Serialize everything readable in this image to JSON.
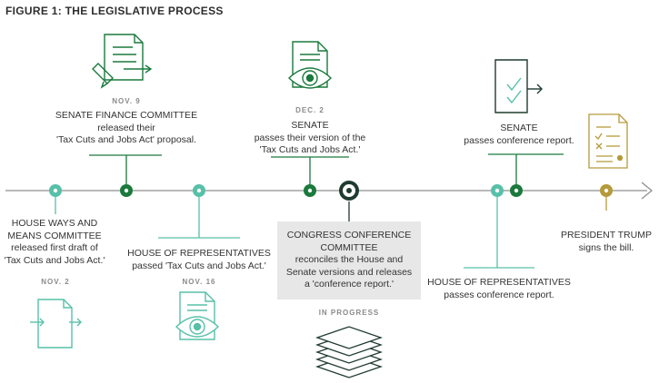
{
  "figure": {
    "title": "FIGURE 1: THE LEGISLATIVE PROCESS"
  },
  "colors": {
    "senate_green": "#1a7a3c",
    "house_teal": "#57c0a8",
    "conference_dark": "#1f3b2f",
    "president_gold": "#b59a3a",
    "axis_gray": "#8f8f8f"
  },
  "events": {
    "house_ways_means": {
      "label": [
        "HOUSE WAYS AND",
        "MEANS COMMITTEE",
        "released first draft of",
        "'Tax Cuts and Jobs Act.'"
      ],
      "date": "NOV. 2",
      "icon": "document-arrows-icon"
    },
    "senate_finance": {
      "label": [
        "SENATE FINANCE COMMITTEE",
        "released their",
        "'Tax Cuts and Jobs Act' proposal."
      ],
      "date": "NOV. 9",
      "icon": "document-pencil-icon"
    },
    "house_passed": {
      "label": [
        "HOUSE OF REPRESENTATIVES",
        "passed 'Tax Cuts and Jobs Act.'"
      ],
      "date": "NOV. 16",
      "icon": "document-eye-icon"
    },
    "senate_passes": {
      "label": [
        "SENATE",
        "passes their version of the",
        "'Tax Cuts and Jobs Act.'"
      ],
      "date": "DEC. 2",
      "icon": "document-eye-icon"
    },
    "conference": {
      "label": [
        "CONGRESS CONFERENCE",
        "COMMITTEE",
        "reconciles the House and",
        "Senate versions and releases",
        "a 'conference report.'"
      ],
      "status": "IN PROGRESS",
      "icon": "stacked-layers-icon"
    },
    "senate_conf": {
      "label": [
        "SENATE",
        "passes conference report."
      ],
      "icon": "document-check-icon"
    },
    "house_conf": {
      "label": [
        "HOUSE OF REPRESENTATIVES",
        "passes conference report."
      ]
    },
    "president": {
      "label": [
        "PRESIDENT TRUMP",
        "signs the bill."
      ],
      "icon": "signed-document-icon"
    }
  }
}
